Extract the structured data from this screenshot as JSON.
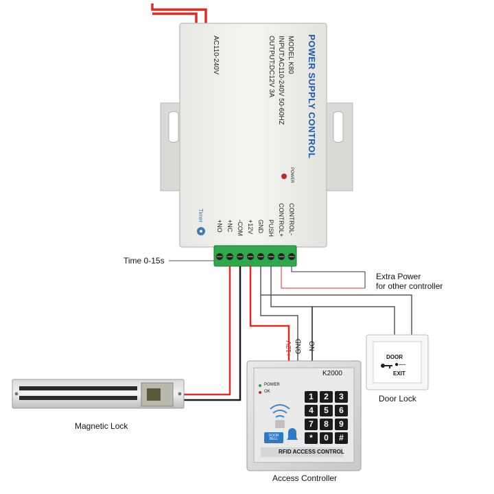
{
  "power_supply": {
    "title": "POWER SUPPLY CONTROL",
    "model": "MODEL K80",
    "input": "INPUT:AC110-240V  50-60HZ",
    "output": "OUTPUT:DC12V  3A",
    "ac_input": "AC110-240V",
    "power_led": "POWER",
    "timer_label": "Timer",
    "terminals": [
      "+NO",
      "+NC",
      "-COM",
      "+12V",
      "GND",
      "PUSH",
      "CONTROL+",
      "CONTROL-"
    ]
  },
  "wire_labels": {
    "plus12v": "+12V",
    "gnd": "GND",
    "no": "NO"
  },
  "callouts": {
    "time": "Time 0-15s",
    "extra_power_line1": "Extra Power",
    "extra_power_line2": "for other controller"
  },
  "magnetic_lock": {
    "label": "Magnetic Lock"
  },
  "door_button": {
    "label": "Door Lock",
    "door_text": "DOOR",
    "exit_text": "EXIT"
  },
  "access_controller": {
    "label": "Access Controller",
    "model": "K2000",
    "power_led": "POWER",
    "ok_led": "OK",
    "doorbell": "DOOR BELL",
    "footer": "RFID ACCESS CONTROL",
    "keys": [
      "1",
      "2",
      "3",
      "4",
      "5",
      "6",
      "7",
      "8",
      "9",
      "*",
      "0",
      "#"
    ]
  },
  "colors": {
    "wire_red": "#e02a1f",
    "wire_black": "#1a1a1a",
    "wire_gray": "#555555",
    "enclosure": "#f1f1ee",
    "terminal_green": "#2ea84a"
  }
}
